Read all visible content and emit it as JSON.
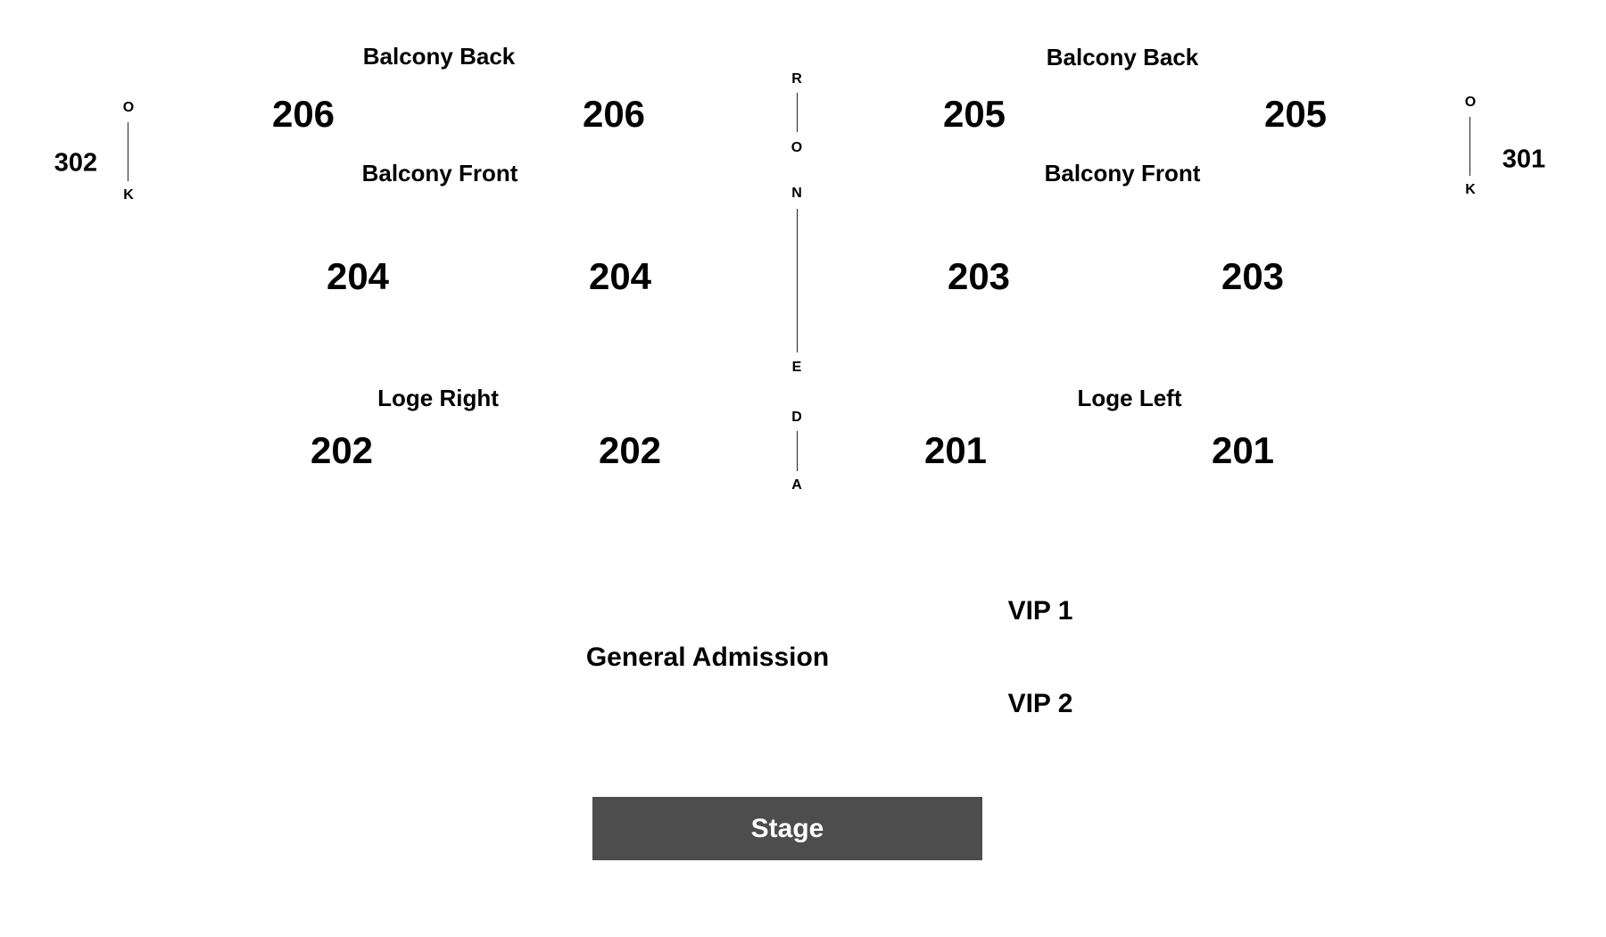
{
  "zones": {
    "balcony_back_left": "Balcony Back",
    "balcony_back_right": "Balcony Back",
    "balcony_front_left": "Balcony Front",
    "balcony_front_right": "Balcony Front",
    "loge_right": "Loge Right",
    "loge_left": "Loge Left",
    "general_admission": "General Admission",
    "vip1": "VIP 1",
    "vip2": "VIP 2",
    "stage": "Stage"
  },
  "sections": {
    "s206_a": "206",
    "s206_b": "206",
    "s205_a": "205",
    "s205_b": "205",
    "s204_a": "204",
    "s204_b": "204",
    "s203_a": "203",
    "s203_b": "203",
    "s202_a": "202",
    "s202_b": "202",
    "s201_a": "201",
    "s201_b": "201",
    "s302": "302",
    "s301": "301"
  },
  "rows": {
    "left_box_top": "O",
    "left_box_bottom": "K",
    "right_box_top": "O",
    "right_box_bottom": "K",
    "center_r": "R",
    "center_o": "O",
    "center_n": "N",
    "center_e": "E",
    "center_d": "D",
    "center_a": "A"
  }
}
